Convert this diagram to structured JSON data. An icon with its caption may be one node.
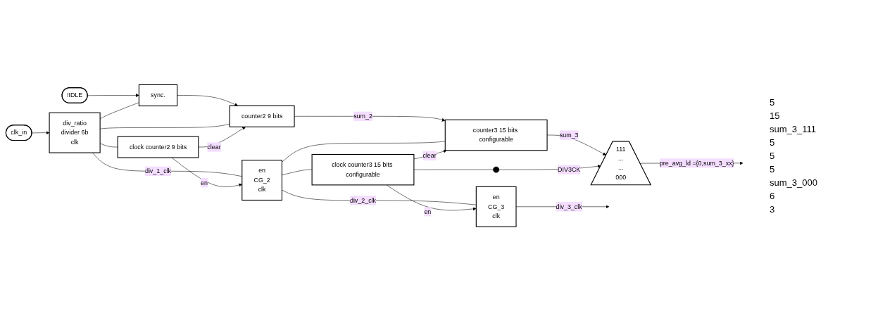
{
  "diagram": {
    "nodes": [
      {
        "text": [
          "!IDLE"
        ]
      },
      {
        "text": [
          "sync."
        ]
      },
      {
        "text": [
          "counter2 9 bits"
        ]
      },
      {
        "text": [
          "clock counter2 9 bits"
        ]
      },
      {
        "text": [
          "div_ratio",
          "divider 6b",
          "clk"
        ]
      },
      {
        "text": [
          "clk_in"
        ]
      },
      {
        "text": [
          "en",
          "CG_2",
          "clk"
        ]
      },
      {
        "text": [
          "counter3 15 bits configurable"
        ]
      },
      {
        "text": [
          "clock counter3 15 bits configurable"
        ]
      },
      {
        "text": [
          "en",
          "CG_3",
          "clk"
        ]
      },
      {
        "text": [
          "111",
          "...",
          "...",
          "000"
        ]
      },
      {
        "text": [],
        "shape": "circle"
      }
    ],
    "edges": [
      {
        "from": 0,
        "to": 1,
        "arrow": "to"
      },
      {
        "from": 1,
        "to": 2,
        "arrow": "to"
      },
      {
        "from": 5,
        "to": 4,
        "arrow": "to"
      },
      {
        "from": 4,
        "to": 1,
        "arrow": "none"
      },
      {
        "from": 4,
        "to": 2,
        "arrow": "none"
      },
      {
        "from": 4,
        "to": 3,
        "arrow": "none"
      },
      {
        "from": 4,
        "to": 6,
        "arrow": "none",
        "label": "div_1_clk"
      },
      {
        "from": 3,
        "to": 2,
        "arrow": "to",
        "label": "clear"
      },
      {
        "from": 3,
        "to": 6,
        "arrow": "to",
        "label": "en"
      },
      {
        "from": 2,
        "to": 7,
        "arrow": "to",
        "label": "sum_2"
      },
      {
        "from": 6,
        "to": 7,
        "arrow": "none"
      },
      {
        "from": 6,
        "to": 8,
        "arrow": "none"
      },
      {
        "from": 6,
        "to": 9,
        "arrow": "none",
        "label": "div_2_clk"
      },
      {
        "from": 8,
        "to": 7,
        "arrow": "to",
        "label": "clear"
      },
      {
        "from": 8,
        "to": 9,
        "arrow": "to",
        "label": "en"
      },
      {
        "from": 7,
        "to": 10,
        "arrow": "to",
        "label": "sum_3"
      },
      {
        "from": 8,
        "to": 11,
        "arrow": "none"
      },
      {
        "from": 11,
        "to": 10,
        "arrow": "to",
        "label": "DIV3CK"
      },
      {
        "from": 10,
        "to": null,
        "arrow": "to",
        "label": "pre_avg_ld ={0,sum_3_xx}"
      },
      {
        "from": 9,
        "to": null,
        "arrow": "to",
        "label": "div_3_clk"
      }
    ],
    "labels": [
      "5",
      "15",
      "sum_3_111",
      "5",
      "5",
      "5",
      "sum_3_000",
      "6",
      "3"
    ]
  }
}
